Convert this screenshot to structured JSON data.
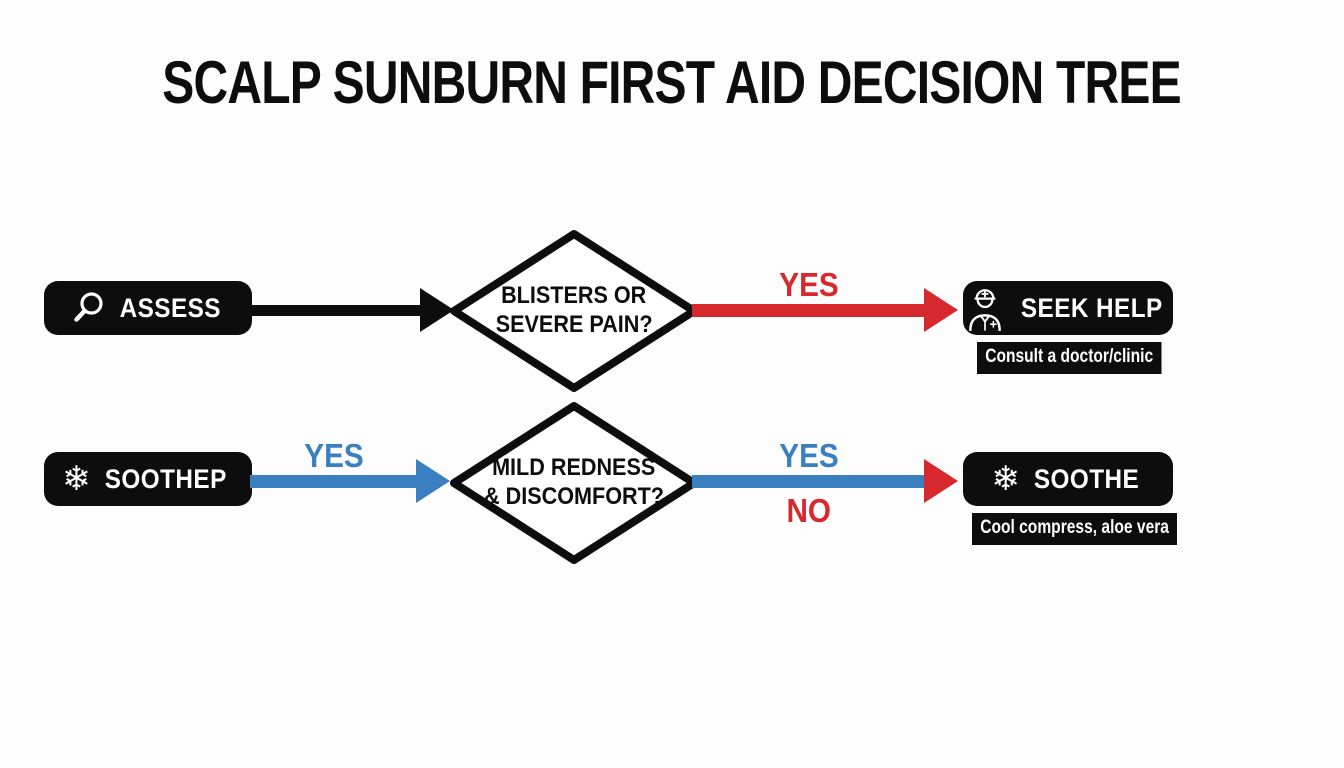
{
  "title": "SCALP SUNBURN FIRST AID DECISION TREE",
  "colors": {
    "node_black": "#0d0d0d",
    "arrow_red": "#d7282e",
    "arrow_blue": "#3a80c0",
    "background": "#fdfdfd",
    "text_white": "#ffffff"
  },
  "icons": {
    "snowflake_glyph": "❄",
    "names": [
      "magnifier-icon",
      "doctor-icon",
      "snowflake-icon"
    ]
  },
  "rows": [
    {
      "start": {
        "label": "ASSESS",
        "icon": "magnifier-icon"
      },
      "decision": {
        "line1": "BLISTERS OR",
        "line2": "SEVERE PAIN?"
      },
      "arrow2": {
        "label_yes": "YES"
      },
      "end": {
        "label": "SEEK HELP",
        "icon": "doctor-icon",
        "sublabel": "Consult a doctor/clinic"
      }
    },
    {
      "start": {
        "label": "SOOTHEP",
        "icon": "snowflake-icon"
      },
      "arrow1": {
        "label_yes": "YES"
      },
      "decision": {
        "line1": "MILD REDNESS",
        "line2": "& DISCOMFORT?"
      },
      "arrow2": {
        "label_yes": "YES",
        "label_no": "NO"
      },
      "end": {
        "label": "SOOTHE",
        "icon": "snowflake-icon",
        "sublabel": "Cool compress, aloe vera"
      }
    }
  ]
}
